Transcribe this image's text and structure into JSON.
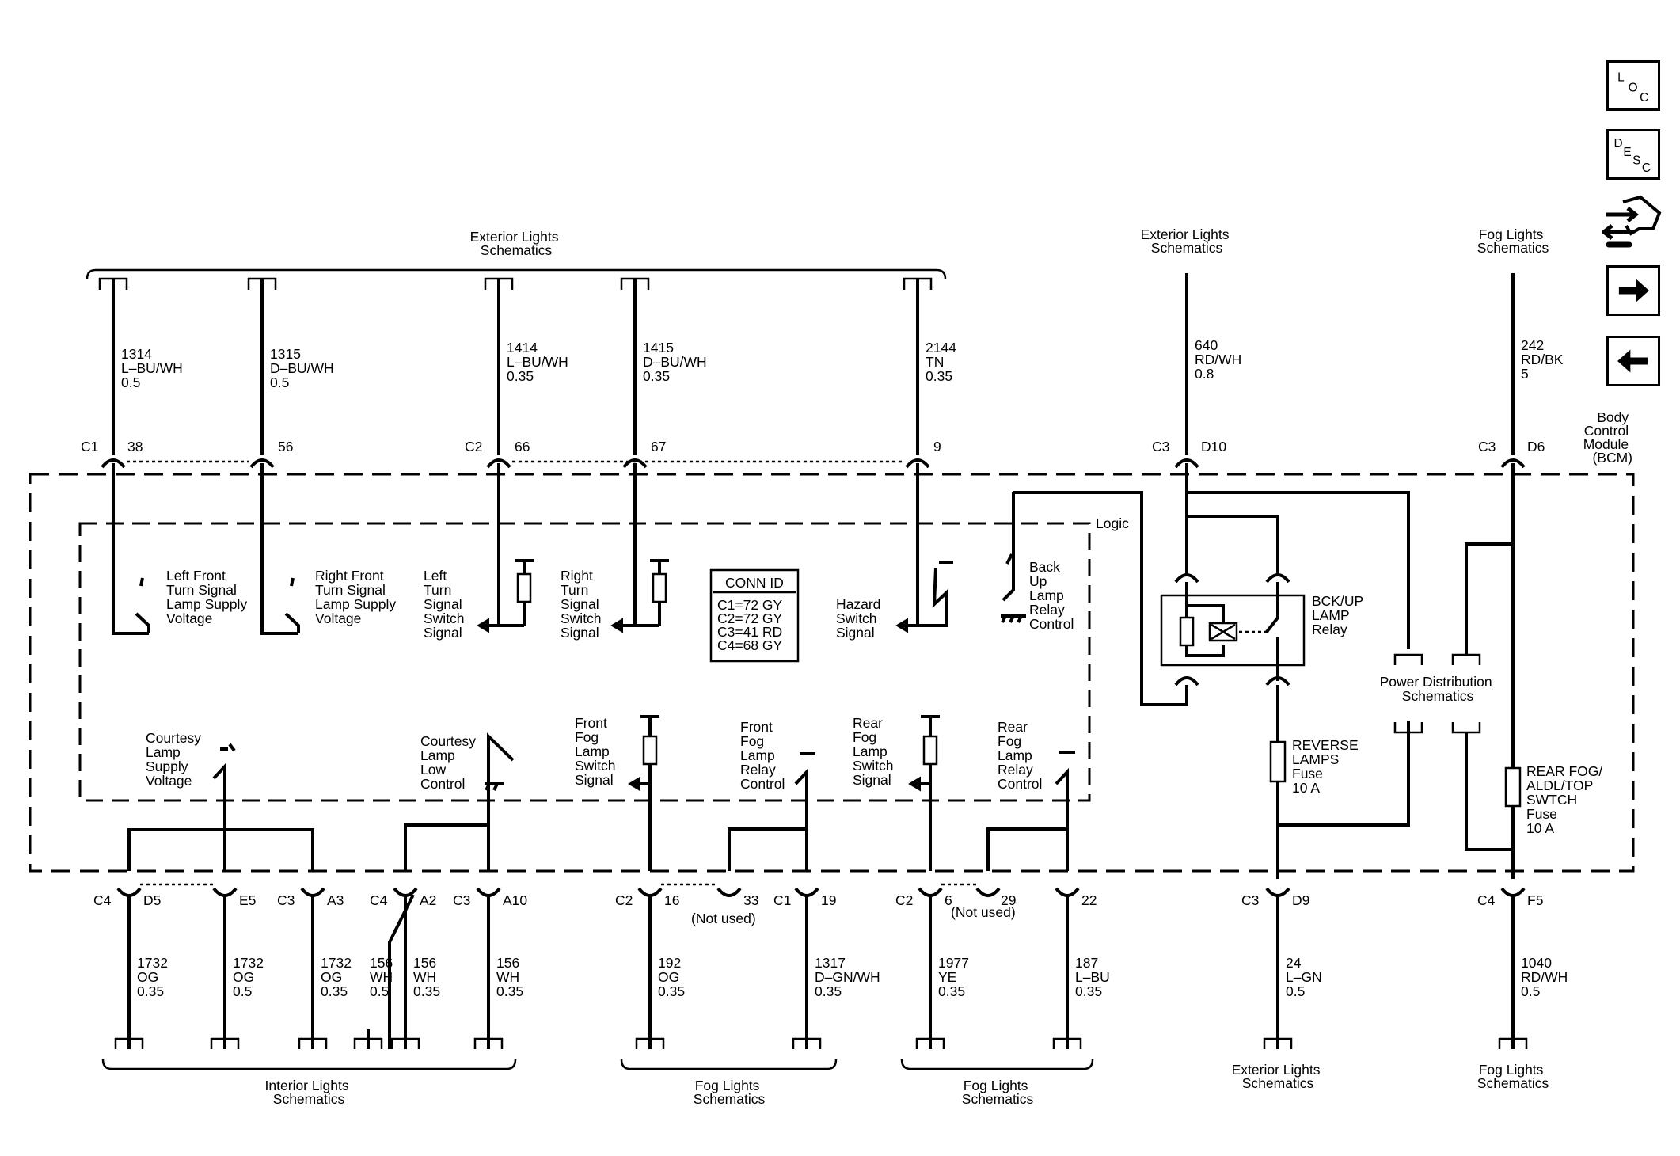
{
  "nav": {
    "loc_icon": "loc-icon",
    "desc_icon": "desc-icon",
    "tool_icon": "diagnostic-tool-icon",
    "next_icon": "arrow-right-icon",
    "prev_icon": "arrow-left-icon"
  },
  "module": {
    "name_lines": [
      "Body",
      "Control",
      "Module",
      "(BCM)"
    ],
    "logic_label": "Logic"
  },
  "conn_id": {
    "title": "CONN ID",
    "lines": [
      "C1=72 GY",
      "C2=72 GY",
      "C3=41 RD",
      "C4=68 GY"
    ]
  },
  "schematic_refs": {
    "ext_lights_top": [
      "Exterior Lights",
      "Schematics"
    ],
    "ext_lights_top2": [
      "Exterior Lights",
      "Schematics"
    ],
    "fog_lights_top": [
      "Fog Lights",
      "Schematics"
    ],
    "interior_bottom": [
      "Interior Lights",
      "Schematics"
    ],
    "fog_bottom1": [
      "Fog Lights",
      "Schematics"
    ],
    "fog_bottom2": [
      "Fog Lights",
      "Schematics"
    ],
    "ext_lights_bottom": [
      "Exterior Lights",
      "Schematics"
    ],
    "fog_lights_bottom": [
      "Fog Lights",
      "Schematics"
    ]
  },
  "top_wires": [
    {
      "lines": [
        "1314",
        "L–BU/WH",
        "0.5"
      ],
      "conn": "C1",
      "pin": "38"
    },
    {
      "lines": [
        "1315",
        "D–BU/WH",
        "0.5"
      ],
      "conn": "",
      "pin": "56"
    },
    {
      "lines": [
        "1414",
        "L–BU/WH",
        "0.35"
      ],
      "conn": "C2",
      "pin": "66"
    },
    {
      "lines": [
        "1415",
        "D–BU/WH",
        "0.35"
      ],
      "conn": "",
      "pin": "67"
    },
    {
      "lines": [
        "2144",
        "TN",
        "0.35"
      ],
      "conn": "",
      "pin": "9"
    },
    {
      "lines": [
        "640",
        "RD/WH",
        "0.8"
      ],
      "conn": "C3",
      "pin": "D10"
    },
    {
      "lines": [
        "242",
        "RD/BK",
        "5"
      ],
      "conn": "C3",
      "pin": "D6"
    }
  ],
  "bottom_wires": [
    {
      "lines": [
        "1732",
        "OG",
        "0.35"
      ],
      "conn": "C4",
      "pin": "D5"
    },
    {
      "lines": [
        "1732",
        "OG",
        "0.5"
      ],
      "conn": "",
      "pin": "E5"
    },
    {
      "lines": [
        "1732",
        "OG",
        "0.35"
      ],
      "conn": "C3",
      "pin": "A3"
    },
    {
      "lines": [
        "156",
        "WH",
        "0.5"
      ],
      "conn": "",
      "pin": ""
    },
    {
      "lines": [
        "156",
        "WH",
        "0.35"
      ],
      "conn": "C4",
      "pin": "A2"
    },
    {
      "lines": [
        "156",
        "WH",
        "0.35"
      ],
      "conn": "C3",
      "pin": "A10"
    },
    {
      "lines": [
        "192",
        "OG",
        "0.35"
      ],
      "conn": "C2",
      "pin": "16"
    },
    {
      "lines": [],
      "conn": "",
      "pin": "33"
    },
    {
      "lines": [
        "1317",
        "D–GN/WH",
        "0.35"
      ],
      "conn": "C1",
      "pin": "19"
    },
    {
      "lines": [
        "1977",
        "YE",
        "0.35"
      ],
      "conn": "C2",
      "pin": "6"
    },
    {
      "lines": [],
      "conn": "",
      "pin": "29"
    },
    {
      "lines": [
        "187",
        "L–BU",
        "0.35"
      ],
      "conn": "",
      "pin": "22"
    },
    {
      "lines": [
        "24",
        "L–GN",
        "0.5"
      ],
      "conn": "C3",
      "pin": "D9"
    },
    {
      "lines": [
        "1040",
        "RD/WH",
        "0.5"
      ],
      "conn": "C4",
      "pin": "F5"
    }
  ],
  "not_used": [
    "(Not used)",
    "(Not used)"
  ],
  "functions": {
    "lf_turn": [
      "Left Front",
      "Turn Signal",
      "Lamp Supply",
      "Voltage"
    ],
    "rf_turn": [
      "Right Front",
      "Turn Signal",
      "Lamp Supply",
      "Voltage"
    ],
    "left_turn_sw": [
      "Left",
      "Turn",
      "Signal",
      "Switch",
      "Signal"
    ],
    "right_turn_sw": [
      "Right",
      "Turn",
      "Signal",
      "Switch",
      "Signal"
    ],
    "hazard_sw": [
      "Hazard",
      "Switch",
      "Signal"
    ],
    "backup_relay_ctrl": [
      "Back",
      "Up",
      "Lamp",
      "Relay",
      "Control"
    ],
    "courtesy_supply": [
      "Courtesy",
      "Lamp",
      "Supply",
      "Voltage"
    ],
    "courtesy_low": [
      "Courtesy",
      "Lamp",
      "Low",
      "Control"
    ],
    "front_fog_sw": [
      "Front",
      "Fog",
      "Lamp",
      "Switch",
      "Signal"
    ],
    "front_fog_relay": [
      "Front",
      "Fog",
      "Lamp",
      "Relay",
      "Control"
    ],
    "rear_fog_sw": [
      "Rear",
      "Fog",
      "Lamp",
      "Switch",
      "Signal"
    ],
    "rear_fog_relay": [
      "Rear",
      "Fog",
      "Lamp",
      "Relay",
      "Control"
    ]
  },
  "components": {
    "bckup_relay": [
      "BCK/UP",
      "LAMP",
      "Relay"
    ],
    "power_dist": [
      "Power Distribution",
      "Schematics"
    ],
    "reverse_fuse": [
      "REVERSE",
      "LAMPS",
      "Fuse",
      "10 A"
    ],
    "rear_fog_fuse": [
      "REAR FOG/",
      "ALDL/TOP",
      "SWTCH",
      "Fuse",
      "10 A"
    ]
  }
}
